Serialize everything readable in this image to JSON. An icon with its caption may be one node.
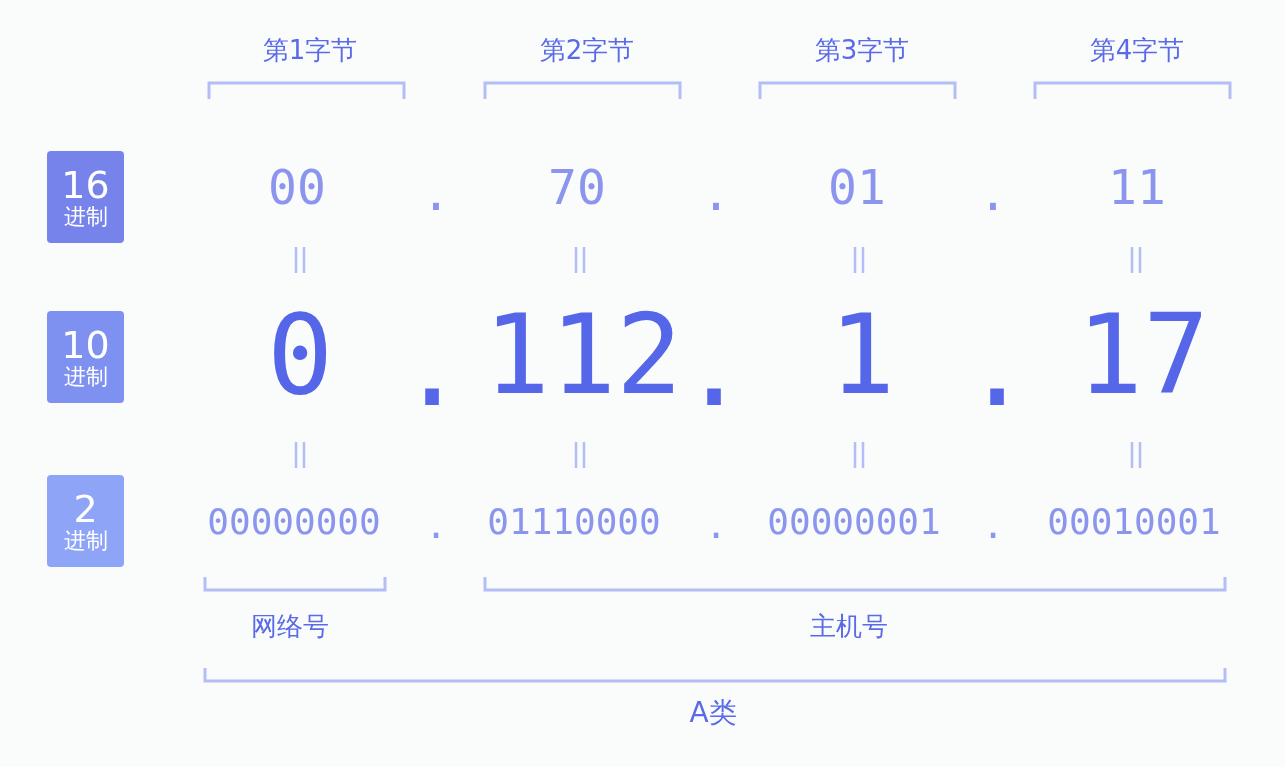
{
  "diagram": {
    "nodes": [
      {
        "text": [
          "16",
          "进制"
        ]
      },
      {
        "text": [
          "10",
          "进制"
        ]
      },
      {
        "text": [
          "2",
          "进制"
        ]
      }
    ],
    "labels": [
      "第1字节",
      "第2字节",
      "第3字节",
      "第4字节",
      "00",
      ".",
      "70",
      ".",
      "01",
      ".",
      "11",
      "0",
      ".",
      "112",
      ".",
      "1",
      ".",
      "17",
      "00000000",
      ".",
      "01110000",
      ".",
      "00000001",
      ".",
      "00010001",
      "网络号",
      "主机号",
      "A类"
    ]
  }
}
